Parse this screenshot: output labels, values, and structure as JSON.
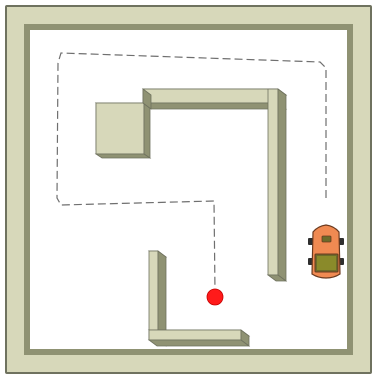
{
  "scene": {
    "colors": {
      "background": "#ffffff",
      "floor": "#ffffff",
      "wall_top": "#d7d8ba",
      "wall_outline": "#6f725f",
      "wall_shadow": "#8f9273",
      "wall_dark": "#6f725f",
      "path": "#6f6f6f",
      "target": "#ff1a1a",
      "robot_body": "#f08a52",
      "robot_outline": "#6b3a1f",
      "robot_panel": "#6b6b2a",
      "robot_panel_inner": "#8a8a2a",
      "robot_wheel": "#2f2f2f"
    },
    "items": [
      {
        "name": "outer-wall",
        "type": "room-boundary"
      },
      {
        "name": "top-wall",
        "type": "wall-segment"
      },
      {
        "name": "right-wall",
        "type": "wall-segment"
      },
      {
        "name": "square-obstacle",
        "type": "block-obstacle"
      },
      {
        "name": "bottom-left-wall",
        "type": "wall-segment"
      },
      {
        "name": "bottom-wall",
        "type": "wall-segment"
      },
      {
        "name": "robot",
        "type": "mobile-robot"
      },
      {
        "name": "target-point",
        "type": "goal-marker"
      },
      {
        "name": "planned-path",
        "type": "dashed-route"
      }
    ]
  }
}
